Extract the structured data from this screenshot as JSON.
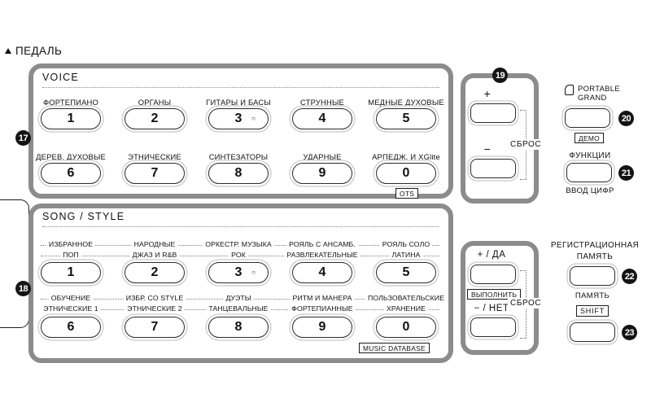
{
  "pedal": {
    "label": "ПЕДАЛЬ",
    "marker_icon": "triangle-up-icon"
  },
  "voice_panel": {
    "title": "VOICE",
    "callout": "17",
    "ots_tag": "OTS",
    "buttons": [
      {
        "number": "1",
        "label": "ФОРТЕПИАНО",
        "has_dot": false
      },
      {
        "number": "2",
        "label": "ОРГАНЫ",
        "has_dot": false
      },
      {
        "number": "3",
        "label": "ГИТАРЫ И БАСЫ",
        "has_dot": true
      },
      {
        "number": "4",
        "label": "СТРУННЫЕ",
        "has_dot": false
      },
      {
        "number": "5",
        "label": "МЕДНЫЕ ДУХОВЫЕ",
        "has_dot": false
      },
      {
        "number": "6",
        "label": "ДЕРЕВ. ДУХОВЫЕ",
        "has_dot": false
      },
      {
        "number": "7",
        "label": "ЭТНИЧЕСКИЕ",
        "has_dot": false
      },
      {
        "number": "8",
        "label": "СИНТЕЗАТОРЫ",
        "has_dot": false
      },
      {
        "number": "9",
        "label": "УДАРНЫЕ",
        "has_dot": false
      },
      {
        "number": "0",
        "label": "АРПЕДЖ. И XGlite",
        "has_dot": false
      }
    ]
  },
  "song_panel": {
    "title": "SONG / STYLE",
    "callout": "18",
    "md_tag": "MUSIC DATABASE",
    "buttons": [
      {
        "number": "1",
        "top": "ИЗБРАННОЕ",
        "bottom": "ПОП",
        "has_dot": false
      },
      {
        "number": "2",
        "top": "НАРОДНЫЕ",
        "bottom": "ДЖАЗ И R&B",
        "has_dot": false
      },
      {
        "number": "3",
        "top": "ОРКЕСТР. МУЗЫКА",
        "bottom": "РОК",
        "has_dot": true
      },
      {
        "number": "4",
        "top": "РОЯЛЬ С АНСАМБ.",
        "bottom": "РАЗВЛЕКАТЕЛЬНЫЕ",
        "has_dot": false
      },
      {
        "number": "5",
        "top": "РОЯЛЬ СОЛО",
        "bottom": "ЛАТИНА",
        "has_dot": false
      },
      {
        "number": "6",
        "top": "ОБУЧЕНИЕ",
        "bottom": "ЭТНИЧЕСКИЕ 1",
        "has_dot": false
      },
      {
        "number": "7",
        "top": "ИЗБР. CO STYLE",
        "bottom": "ЭТНИЧЕСКИЕ 2",
        "has_dot": false
      },
      {
        "number": "8",
        "top": "ДУЭТЫ",
        "bottom": "ТАНЦЕВАЛЬНЫЕ",
        "has_dot": false
      },
      {
        "number": "9",
        "top": "РИТМ И МАНЕРА",
        "bottom": "ФОРТЕПИАННЫЕ",
        "has_dot": false
      },
      {
        "number": "0",
        "top": "ПОЛЬЗОВАТЕЛЬСКИЕ",
        "bottom": "ХРАНЕНИЕ",
        "has_dot": false
      }
    ]
  },
  "nav_panel": {
    "callout": "19",
    "plus": "+",
    "minus": "−",
    "reset": "СБРОС"
  },
  "yesno_panel": {
    "plus_yes": "+ / ДА",
    "minus_no": "− / НЕТ",
    "execute_tag": "ВЫПОЛНИТЬ",
    "reset": "СБРОС"
  },
  "right_column": {
    "portable_grand": {
      "icon": "grand-piano-icon",
      "line1": "PORTABLE",
      "line2": "GRAND",
      "demo_tag": "ДЕМО",
      "callout": "20"
    },
    "functions": {
      "label": "ФУНКЦИИ",
      "sub": "ВВОД ЦИФР",
      "callout": "21"
    },
    "registration": {
      "line1": "РЕГИСТРАЦИОННАЯ",
      "line2": "ПАМЯТЬ",
      "memory_label": "ПАМЯТЬ",
      "shift_tag": "SHIFT",
      "callout_memory": "22",
      "callout_shift": "23"
    }
  },
  "colors": {
    "panel_border": "#8c8c8c",
    "ink": "#1a1a1a",
    "callout_bg": "#141414",
    "dotted": "#7d7d7d"
  }
}
